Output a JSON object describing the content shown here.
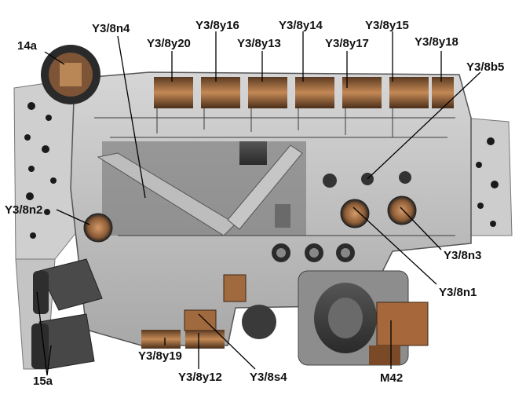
{
  "labels": {
    "p14a": "14a",
    "y3_8n4": "Y3/8n4",
    "y3_8y16": "Y3/8y16",
    "y3_8y14": "Y3/8y14",
    "y3_8y15": "Y3/8y15",
    "y3_8y20": "Y3/8y20",
    "y3_8y13": "Y3/8y13",
    "y3_8y17": "Y3/8y17",
    "y3_8y18": "Y3/8y18",
    "y3_8b5": "Y3/8b5",
    "y3_8n2": "Y3/8n2",
    "y3_8n3": "Y3/8n3",
    "y3_8n1": "Y3/8n1",
    "y3_8y19": "Y3/8y19",
    "y3_8y12": "Y3/8y12",
    "y3_8s4": "Y3/8s4",
    "p15a": "15a",
    "m42": "M42"
  },
  "colors": {
    "body_light": "#c9c9c9",
    "body_mid": "#9a9a9a",
    "body_dark": "#3a3a3a",
    "copper": "#b87a4e",
    "leader": "#000000"
  }
}
